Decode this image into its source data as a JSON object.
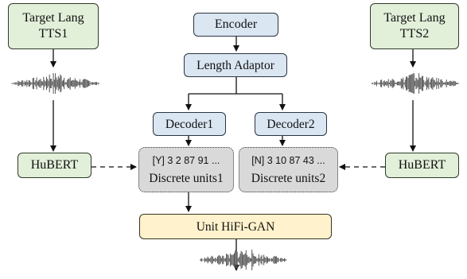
{
  "tts1": {
    "line1": "Target Lang",
    "line2": "TTS1"
  },
  "tts2": {
    "line1": "Target Lang",
    "line2": "TTS2"
  },
  "encoder": "Encoder",
  "length_adaptor": "Length Adaptor",
  "decoder1": "Decoder1",
  "decoder2": "Decoder2",
  "hubert_left": "HuBERT",
  "hubert_right": "HuBERT",
  "units1": {
    "code": "[Y] 3 2 87 91 ...",
    "label": "Discrete units1"
  },
  "units2": {
    "code": "[N] 3 10 87 43 ...",
    "label": "Discrete units2"
  },
  "vocoder": "Unit HiFi-GAN",
  "colors": {
    "green_fill": "#e2efd9",
    "blue_fill": "#dae6f2",
    "gray_fill": "#d9d9d9",
    "yellow_fill": "#fff2cc",
    "waveform": "#555555"
  }
}
